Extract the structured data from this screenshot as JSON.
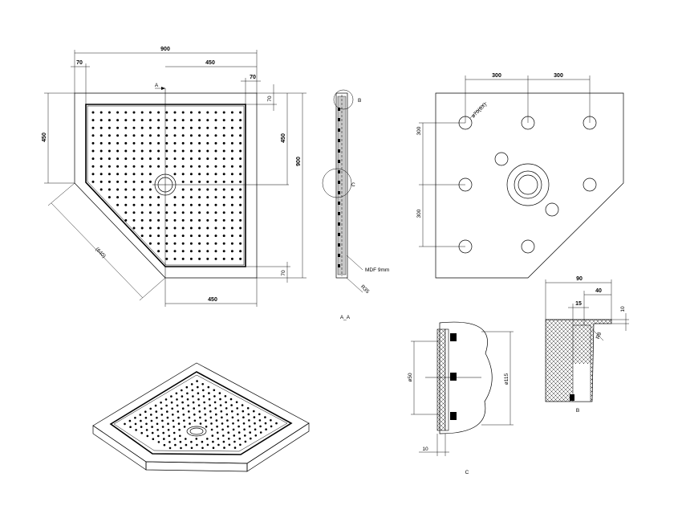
{
  "plan_view": {
    "dim_total_width": "900",
    "dim_left_flange": "70",
    "dim_half_width_top": "450",
    "dim_right_flange": "70",
    "dim_flange_top": "70",
    "dim_half_height_right": "450",
    "dim_total_height": "900",
    "dim_flange_bottom": "70",
    "dim_half_height_left": "450",
    "dim_diagonal": "(640)",
    "dim_half_width_bottom": "450",
    "section_marker": "A"
  },
  "section_view": {
    "detail_b_marker": "B",
    "detail_c_marker": "C",
    "material_label": "MDF 9mm",
    "radius_label": "R35",
    "caption": "A_A"
  },
  "underside_view": {
    "dim_spacing_left": "300",
    "dim_spacing_right": "300",
    "dim_vertical_top": "300",
    "dim_vertical_bottom": "300",
    "foot_label": "ø70(8X)"
  },
  "detail_b": {
    "dim_width": "90",
    "dim_inner": "40",
    "dim_small": "15",
    "dim_thickness": "10",
    "dim_radius": "R8",
    "caption": "B"
  },
  "detail_c": {
    "dim_inner_diameter": "ø50",
    "dim_outer_diameter": "ø115",
    "dim_bottom": "10",
    "caption": "C"
  }
}
